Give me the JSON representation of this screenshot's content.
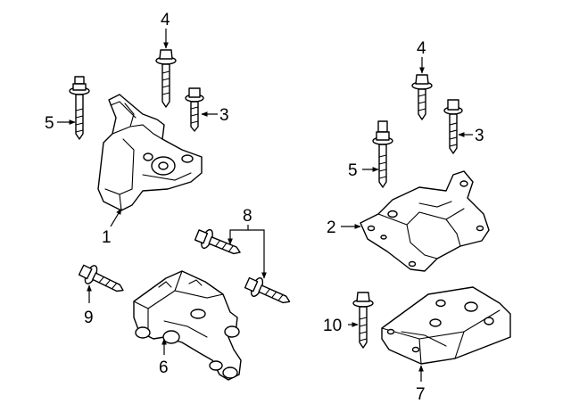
{
  "diagram": {
    "callouts": [
      {
        "key": "mount-1",
        "label": "1"
      },
      {
        "key": "bracket-2",
        "label": "2"
      },
      {
        "key": "bolt-3-left",
        "label": "3"
      },
      {
        "key": "bolt-3-right",
        "label": "3"
      },
      {
        "key": "bolt-4-left",
        "label": "4"
      },
      {
        "key": "bolt-4-right",
        "label": "4"
      },
      {
        "key": "bolt-5-left",
        "label": "5"
      },
      {
        "key": "bolt-5-right",
        "label": "5"
      },
      {
        "key": "mount-6",
        "label": "6"
      },
      {
        "key": "mount-7",
        "label": "7"
      },
      {
        "key": "bolts-8",
        "label": "8"
      },
      {
        "key": "bolt-9",
        "label": "9"
      },
      {
        "key": "bolt-10",
        "label": "10"
      }
    ]
  }
}
